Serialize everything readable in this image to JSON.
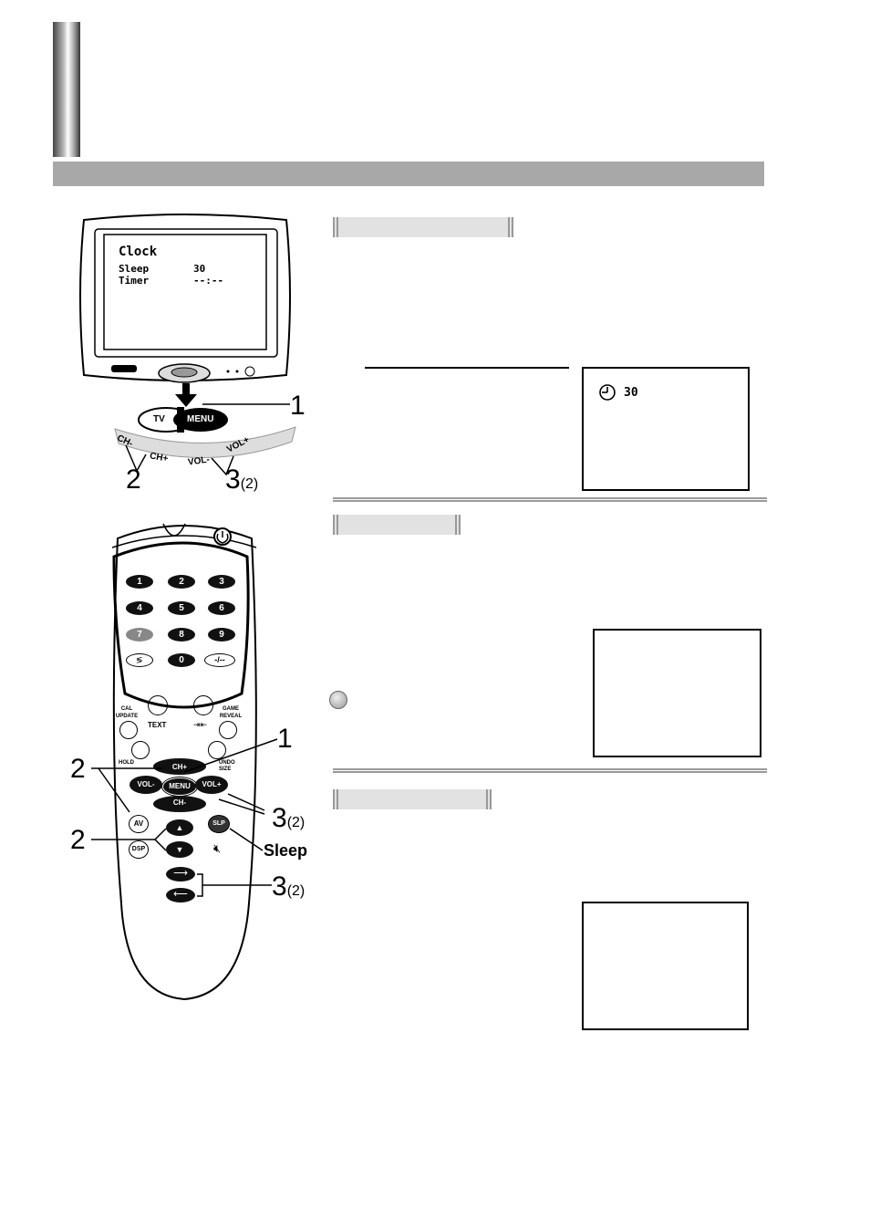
{
  "tv_screen": {
    "title": "Clock",
    "rows": [
      {
        "label": "Sleep",
        "value": "30"
      },
      {
        "label": "Timer",
        "value": "--:--"
      }
    ]
  },
  "tv_front_buttons": {
    "tv": "TV",
    "menu": "MENU",
    "ch_minus": "CH-",
    "ch_plus": "CH+",
    "vol_minus": "VOL-",
    "vol_plus": "VOL+"
  },
  "callouts": {
    "tv_1": "1",
    "tv_2": "2",
    "tv_3": "3",
    "tv_3_sub": "(2)",
    "rc_1": "1",
    "rc_2a": "2",
    "rc_2b": "2",
    "rc_3a": "3",
    "rc_3a_sub": "(2)",
    "rc_3b": "3",
    "rc_3b_sub": "(2)",
    "sleep": "Sleep"
  },
  "osd_sleep": {
    "value": "30",
    "icon": "clock-icon"
  },
  "remote": {
    "digits": [
      "1",
      "2",
      "3",
      "4",
      "5",
      "6",
      "7",
      "8",
      "9"
    ],
    "zero": "0",
    "dash": "-/--",
    "text": "TEXT",
    "cal_update": "CAL UPDATE",
    "game_reveal": "GAME REVEAL",
    "hold": "HOLD",
    "undo_size": "UNDO SIZE",
    "ch_plus": "CH+",
    "ch_minus": "CH-",
    "vol_minus": "VOL-",
    "vol_plus": "VOL+",
    "menu": "MENU",
    "av": "AV",
    "dsp": "DSP",
    "slp": "SLP"
  },
  "colors": {
    "gray_bar": "#a8a8a8",
    "tab_bg": "#e2e2e2"
  }
}
